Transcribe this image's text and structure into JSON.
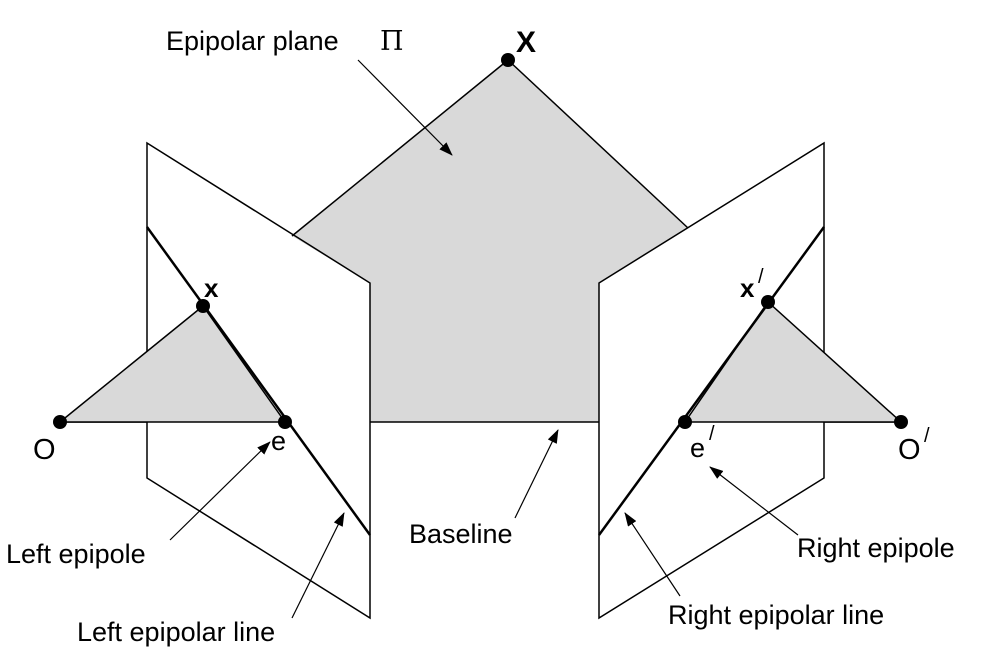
{
  "labels": {
    "epipolar_plane": "Epipolar plane",
    "pi_symbol": "Π",
    "point_X": "X",
    "point_x": "x",
    "point_x_prime_base": "x",
    "prime_mark": "/",
    "point_O": "O",
    "point_O_prime_base": "O",
    "point_e": "e",
    "point_e_prime_base": "e",
    "baseline": "Baseline",
    "left_epipole": "Left epipole",
    "left_epipolar_line": "Left epipolar line",
    "right_epipole": "Right epipole",
    "right_epipolar_line": "Right epipolar line"
  },
  "colors": {
    "plane_fill": "#d9d9d9",
    "stroke": "#000000",
    "background": "#ffffff"
  }
}
